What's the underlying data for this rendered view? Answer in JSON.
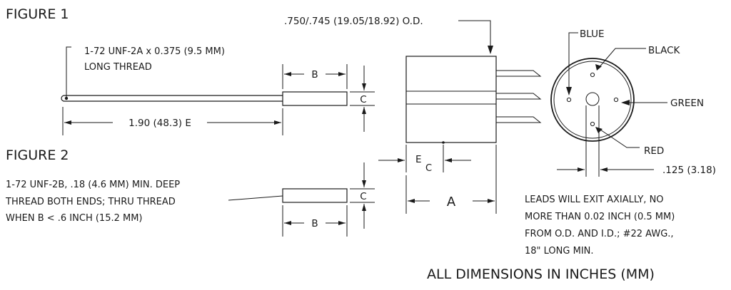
{
  "figure1": {
    "title": "FIGURE 1",
    "thread_line1": "1-72 UNF-2A x 0.375 (9.5 MM)",
    "thread_line2": "LONG THREAD",
    "dim_b": "B",
    "dim_c": "C",
    "dim_length": "1.90 (48.3) E"
  },
  "figure2": {
    "title": "FIGURE 2",
    "note_line1": "1-72 UNF-2B, .18 (4.6 MM) MIN. DEEP",
    "note_line2": "THREAD BOTH ENDS; THRU THREAD",
    "note_line3": "WHEN B < .6 INCH (15.2 MM)",
    "dim_b": "B",
    "dim_c": "C"
  },
  "side_view": {
    "od_label": ".750/.745 (19.05/18.92) O.D.",
    "dim_e": "E",
    "dim_e_sub": "C",
    "dim_a": "A"
  },
  "end_view": {
    "lead_blue": "BLUE",
    "lead_black": "BLACK",
    "lead_green": "GREEN",
    "lead_red": "RED",
    "dim_spacing": ".125 (3.18)"
  },
  "notes": {
    "leads_line1": "LEADS WILL EXIT AXIALLY, NO",
    "leads_line2": "MORE THAN 0.02 INCH (0.5 MM)",
    "leads_line3": "FROM O.D. AND I.D.; #22 AWG.,",
    "leads_line4": "18\" LONG MIN.",
    "footer": "ALL DIMENSIONS IN INCHES (MM)"
  }
}
